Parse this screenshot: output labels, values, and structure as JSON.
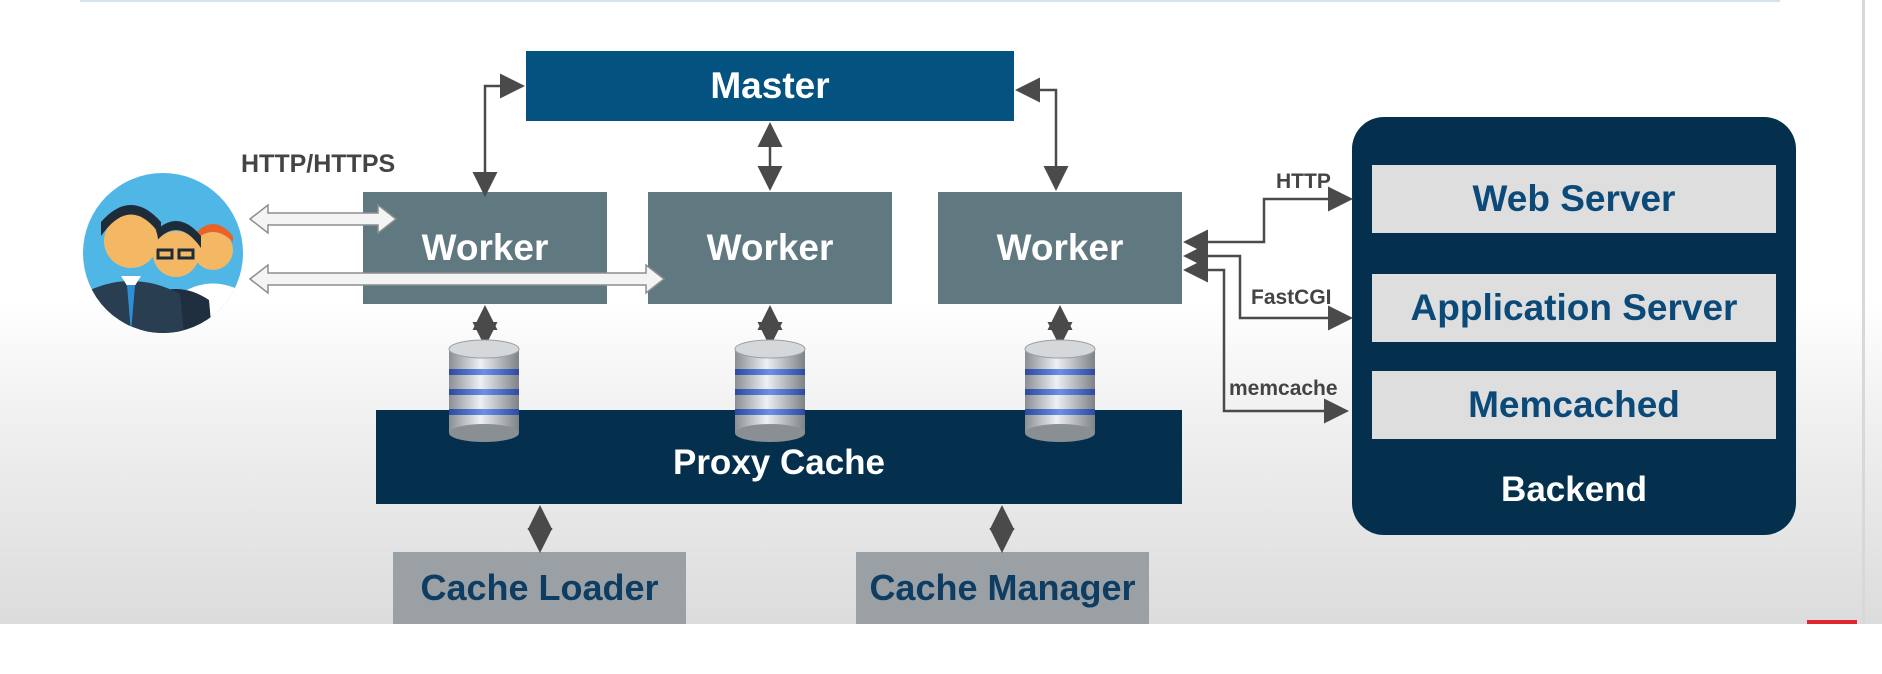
{
  "diagram": {
    "master": "Master",
    "workers": [
      "Worker",
      "Worker",
      "Worker"
    ],
    "proxy_cache": "Proxy Cache",
    "cache_loader": "Cache Loader",
    "cache_manager": "Cache Manager",
    "client_protocol": "HTTP/HTTPS",
    "backend": {
      "label": "Backend",
      "items": [
        "Web Server",
        "Application Server",
        "Memcached"
      ]
    },
    "protocols": [
      "HTTP",
      "FastCGI",
      "memcache"
    ]
  },
  "colors": {
    "master": "#03527f",
    "worker": "#607880",
    "proxy_cache": "#04304e",
    "backend_panel": "#04304e",
    "text_accent": "#0e3d63"
  },
  "icons": [
    "users-icon",
    "database-icon"
  ]
}
